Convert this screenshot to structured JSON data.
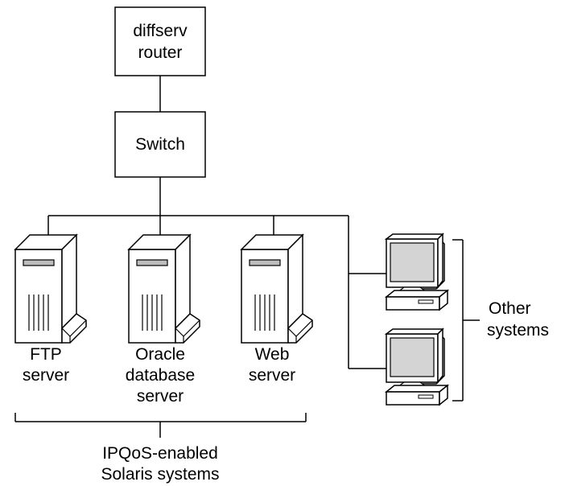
{
  "router": {
    "line1": "diffserv",
    "line2": "router"
  },
  "switch": {
    "label": "Switch"
  },
  "servers": [
    {
      "lines": [
        "FTP",
        "server"
      ]
    },
    {
      "lines": [
        "Oracle",
        "database",
        "server"
      ]
    },
    {
      "lines": [
        "Web",
        "server"
      ]
    }
  ],
  "servers_group": {
    "line1": "IPQoS-enabled",
    "line2": "Solaris systems"
  },
  "other_systems": {
    "line1": "Other",
    "line2": "systems"
  },
  "colors": {
    "line": "#000000",
    "screen": "#d4d4d4",
    "device_fill": "#ffffff"
  }
}
